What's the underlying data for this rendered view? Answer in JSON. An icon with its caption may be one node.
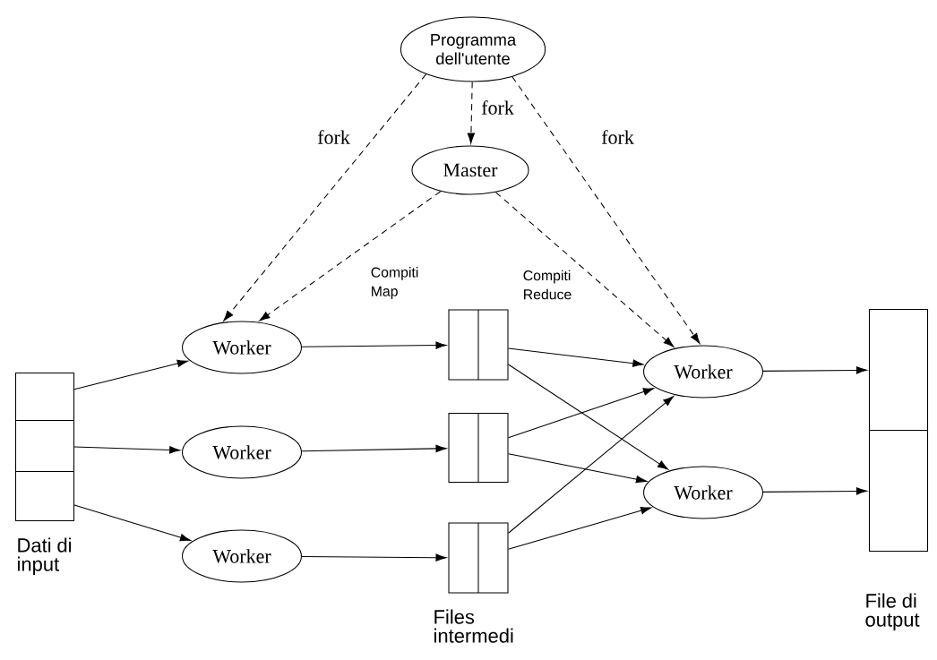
{
  "diagram": {
    "nodes": [
      {
        "text": [
          "Programma dell'utente"
        ]
      },
      {
        "text": [
          "Master"
        ]
      },
      {
        "text": [
          "Worker"
        ]
      },
      {
        "text": [
          "Worker"
        ]
      },
      {
        "text": [
          "Worker"
        ]
      },
      {
        "text": [
          "Worker"
        ]
      },
      {
        "text": [
          "Worker"
        ]
      },
      {
        "text": [],
        "shape": "box"
      },
      {
        "text": [],
        "shape": "box"
      },
      {
        "text": [],
        "shape": "box",
        "beside": [
          "Dati di input"
        ]
      },
      {
        "text": [],
        "shape": "box"
      },
      {
        "text": [],
        "shape": "box"
      },
      {
        "text": [],
        "shape": "box",
        "beside": [
          "Files intermedi"
        ]
      },
      {
        "text": [],
        "shape": "box"
      },
      {
        "text": [],
        "shape": "box",
        "beside": [
          "File di output"
        ]
      }
    ],
    "edges": [
      {
        "from": 0,
        "to": 2,
        "arrow": "to",
        "style": "dashed",
        "label": "fork"
      },
      {
        "from": 0,
        "to": 1,
        "arrow": "to",
        "style": "dashed",
        "label": "fork"
      },
      {
        "from": 0,
        "to": 5,
        "arrow": "to",
        "style": "dashed",
        "label": "fork"
      },
      {
        "from": 1,
        "to": 2,
        "arrow": "to",
        "style": "dashed",
        "label": "Compiti Map"
      },
      {
        "from": 1,
        "to": 5,
        "arrow": "to",
        "style": "dashed",
        "label": "Compiti Reduce"
      },
      {
        "from": 7,
        "to": 2,
        "arrow": "to"
      },
      {
        "from": 8,
        "to": 3,
        "arrow": "to"
      },
      {
        "from": 9,
        "to": 4,
        "arrow": "to"
      },
      {
        "from": 2,
        "to": 10,
        "arrow": "to"
      },
      {
        "from": 3,
        "to": 11,
        "arrow": "to"
      },
      {
        "from": 4,
        "to": 12,
        "arrow": "to"
      },
      {
        "from": 10,
        "to": 5,
        "arrow": "to"
      },
      {
        "from": 10,
        "to": 6,
        "arrow": "to"
      },
      {
        "from": 11,
        "to": 5,
        "arrow": "to"
      },
      {
        "from": 11,
        "to": 6,
        "arrow": "to"
      },
      {
        "from": 12,
        "to": 5,
        "arrow": "to"
      },
      {
        "from": 12,
        "to": 6,
        "arrow": "to"
      },
      {
        "from": 5,
        "to": 13,
        "arrow": "to"
      },
      {
        "from": 6,
        "to": 14,
        "arrow": "to"
      }
    ]
  }
}
